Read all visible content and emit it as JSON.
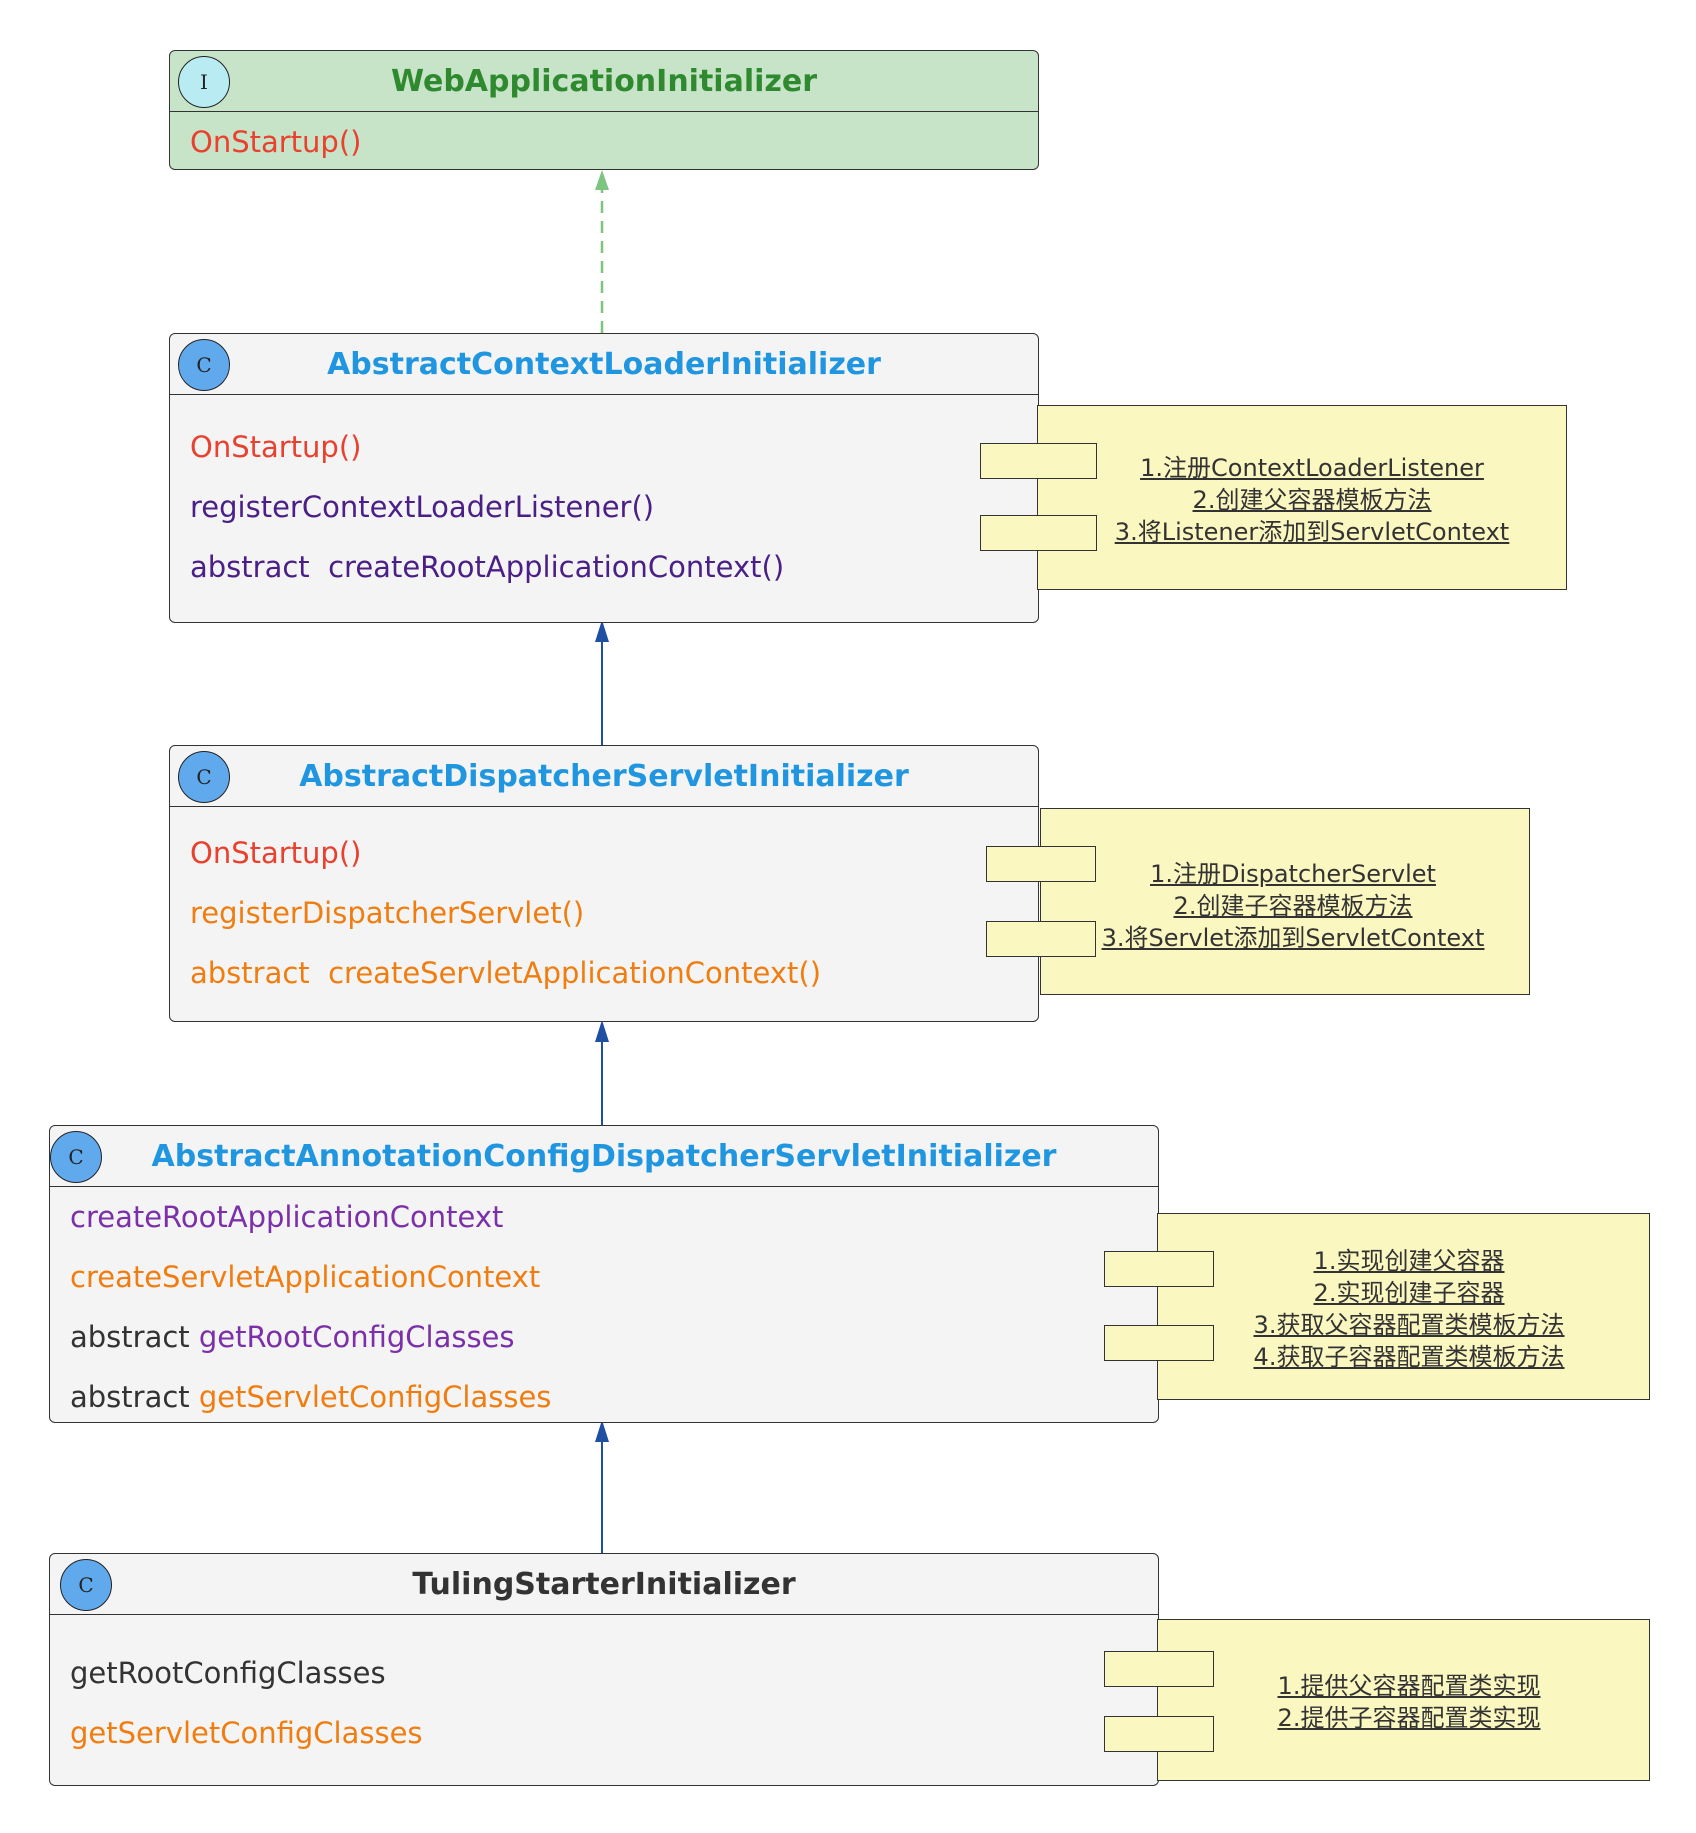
{
  "colors": {
    "interface_fill": "#c7e4c8",
    "class_fill": "#f4f4f4",
    "note_fill": "#fbf7c0",
    "green_title": "#2f8a2f",
    "blue_title": "#2196e0",
    "dark_title": "#333333",
    "red": "#e8412f",
    "indigo": "#4a1f86",
    "purple": "#7b2fa8",
    "orange": "#f07d10",
    "gray_text": "#333333",
    "realization_arrow": "#7cc47f",
    "inheritance_arrow": "#1f4fa0"
  },
  "classes": [
    {
      "id": "web-application-initializer",
      "badge": "I",
      "name": "WebApplicationInitializer",
      "methods": [
        {
          "parts": [
            {
              "text": "OnStartup()",
              "color": "red"
            }
          ]
        }
      ]
    },
    {
      "id": "abstract-context-loader-initializer",
      "badge": "C",
      "name": "AbstractContextLoaderInitializer",
      "methods": [
        {
          "parts": [
            {
              "text": "OnStartup()",
              "color": "red"
            }
          ]
        },
        {
          "parts": [
            {
              "text": "registerContextLoaderListener()",
              "color": "indigo"
            }
          ]
        },
        {
          "parts": [
            {
              "text": "abstract  createRootApplicationContext()",
              "color": "indigo"
            }
          ]
        }
      ],
      "note": [
        "1.注册ContextLoaderListener",
        "2.创建父容器模板方法",
        "3.将Listener添加到ServletContext"
      ]
    },
    {
      "id": "abstract-dispatcher-servlet-initializer",
      "badge": "C",
      "name": "AbstractDispatcherServletInitializer",
      "methods": [
        {
          "parts": [
            {
              "text": "OnStartup()",
              "color": "red"
            }
          ]
        },
        {
          "parts": [
            {
              "text": "registerDispatcherServlet()",
              "color": "orange"
            }
          ]
        },
        {
          "parts": [
            {
              "text": "abstract  createServletApplicationContext()",
              "color": "orange"
            }
          ]
        }
      ],
      "note": [
        "1.注册DispatcherServlet",
        "2.创建子容器模板方法",
        "3.将Servlet添加到ServletContext"
      ]
    },
    {
      "id": "abstract-annotation-config-dispatcher-servlet-initializer",
      "badge": "C",
      "name": "AbstractAnnotationConfigDispatcherServletInitializer",
      "methods": [
        {
          "parts": [
            {
              "text": "createRootApplicationContext",
              "color": "purple"
            }
          ]
        },
        {
          "parts": [
            {
              "text": "createServletApplicationContext",
              "color": "orange"
            }
          ]
        },
        {
          "parts": [
            {
              "text": "abstract ",
              "color": "gray_text"
            },
            {
              "text": "getRootConfigClasses",
              "color": "purple"
            }
          ]
        },
        {
          "parts": [
            {
              "text": "abstract ",
              "color": "gray_text"
            },
            {
              "text": "getServletConfigClasses",
              "color": "orange"
            }
          ]
        }
      ],
      "note": [
        "1.实现创建父容器",
        "2.实现创建子容器",
        "3.获取父容器配置类模板方法",
        "4.获取子容器配置类模板方法"
      ]
    },
    {
      "id": "tuling-starter-initializer",
      "badge": "C",
      "name": "TulingStarterInitializer",
      "methods": [
        {
          "parts": [
            {
              "text": "getRootConfigClasses",
              "color": "gray_text"
            }
          ]
        },
        {
          "parts": [
            {
              "text": "getServletConfigClasses",
              "color": "orange"
            }
          ]
        }
      ],
      "note": [
        "1.提供父容器配置类实现",
        "2.提供子容器配置类实现"
      ]
    }
  ]
}
